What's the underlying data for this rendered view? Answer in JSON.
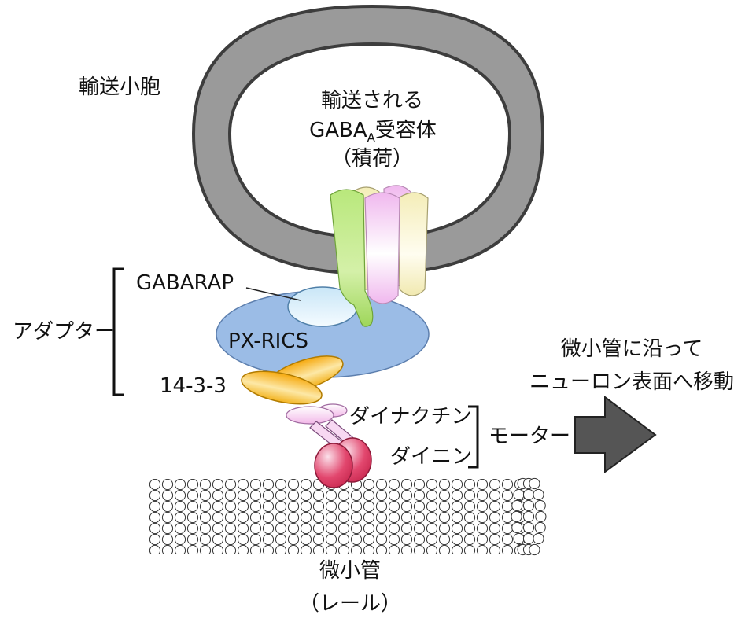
{
  "labels": {
    "vesicle": "輸送小胞",
    "cargo_line1": "輸送される",
    "cargo_gaba": "GABA",
    "cargo_sub": "A",
    "cargo_receptor": "受容体",
    "cargo_line3": "（積荷）",
    "adapter": "アダプター",
    "gabarap": "GABARAP",
    "pxrics": "PX-RICS",
    "p1433": "14-3-3",
    "dynactin": "ダイナクチン",
    "dynein": "ダイニン",
    "motor": "モーター",
    "direction_line1": "微小管に沿って",
    "direction_line2": "ニューロン表面へ移動",
    "mt_line1": "微小管",
    "mt_line2": "（レール）"
  },
  "colors": {
    "vesicle": "#6e6e6e",
    "pxrics": "#9bbce6",
    "gabarap": "#d6eefa",
    "p1433": "#f3b31f",
    "dynactin": "#f2b8e8",
    "dynein": "#e2476e",
    "subunit_green": "#c3ec8a",
    "subunit_pink": "#f4c8f2",
    "subunit_yellow": "#f6f0c2",
    "arrow": "#555555"
  }
}
